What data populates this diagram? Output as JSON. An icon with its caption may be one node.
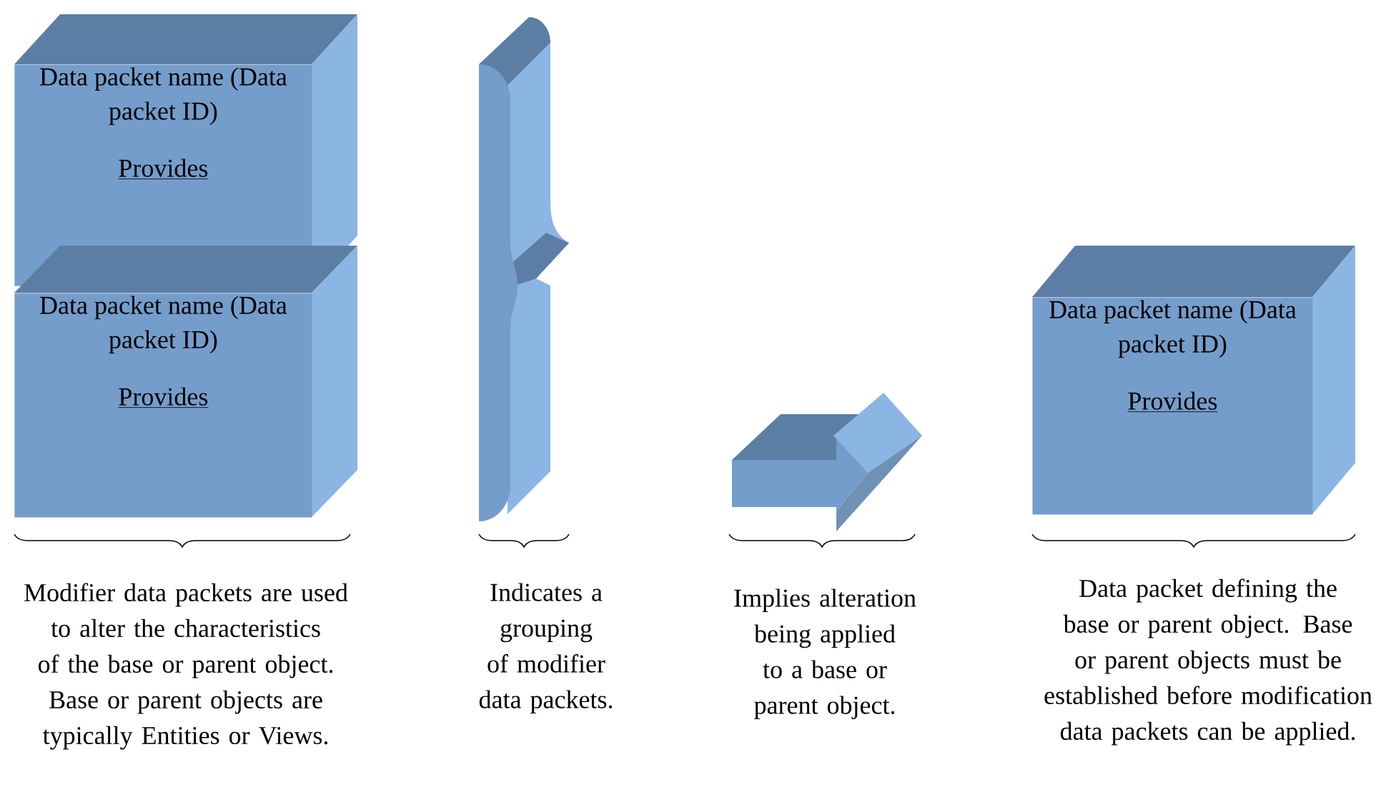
{
  "diagram": {
    "nodes": [
      {
        "text": [
          "Data packet name (Data packet ID)",
          "Provides"
        ]
      },
      {
        "text": [
          "Data packet name (Data packet ID)",
          "Provides"
        ]
      },
      {
        "text": [
          "Data packet name (Data packet ID)",
          "Provides"
        ]
      }
    ],
    "labels": [
      "Modifier data packets are used to alter the characteristics of the base or parent object. Base or parent objects are typically Entities or Views.",
      "Indicates a grouping of modifier data packets.",
      "Implies alteration being applied to a base or parent object.",
      "Data packet defining the base or parent object. Base or parent objects must be established before modification data packets can be applied."
    ]
  }
}
